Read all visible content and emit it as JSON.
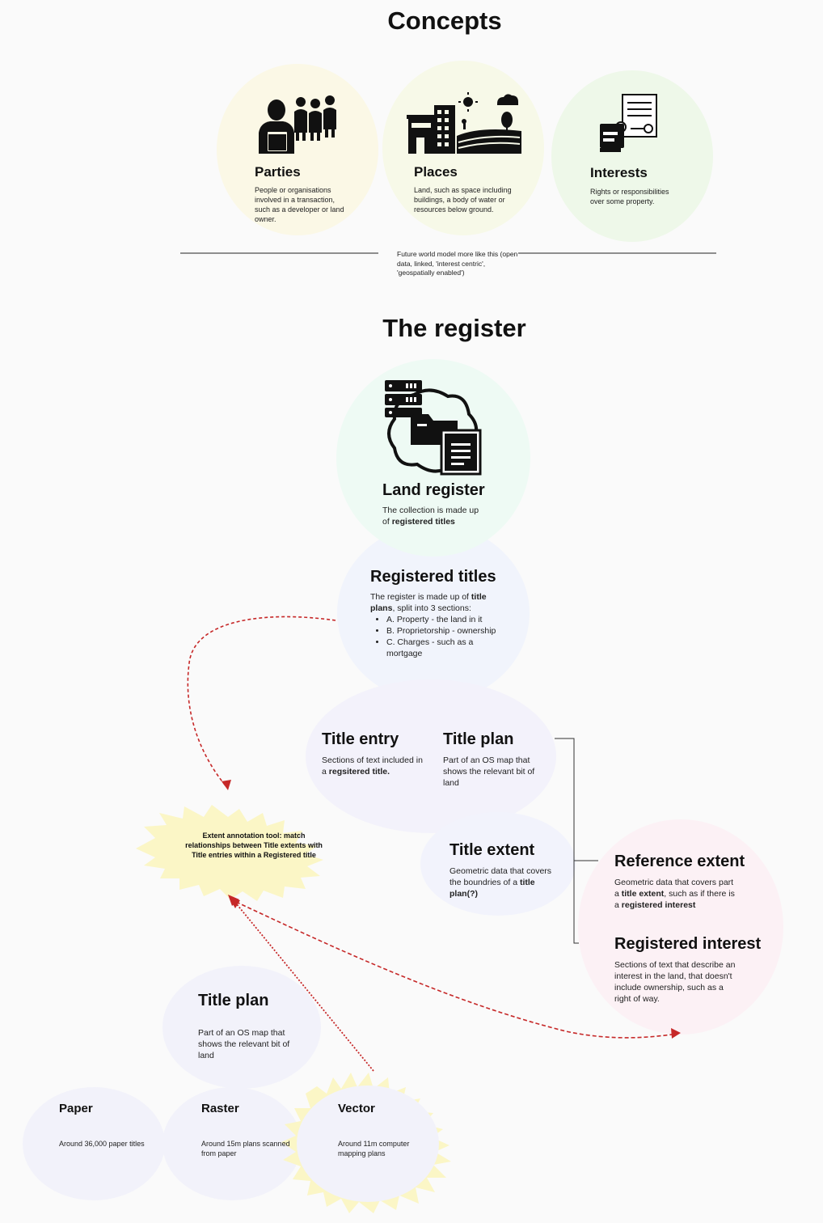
{
  "concepts": {
    "heading": "Concepts",
    "parties": {
      "title": "Parties",
      "desc": "People or organisations involved in a transaction, such as a developer or land owner."
    },
    "places": {
      "title": "Places",
      "desc": "Land, such as space including buildings, a body of water or resources below ground."
    },
    "interests": {
      "title": "Interests",
      "desc": "Rights or responsibilities over some property."
    },
    "future_note": "Future world model more like this (open data, linked, 'interest centric', 'geospatially enabled')"
  },
  "register": {
    "heading": "The register",
    "land_register": {
      "title": "Land register",
      "desc_pre": "The collection is made up of ",
      "desc_bold": "registered titles"
    },
    "registered_titles": {
      "title": "Registered titles",
      "desc_pre": "The register is made up of ",
      "desc_bold": "title plans",
      "desc_post": ", split into 3 sections:",
      "items": [
        "A. Property - the land in it",
        "B. Proprietorship - ownership",
        "C. Charges - such as a mortgage"
      ]
    },
    "title_entry": {
      "title": "Title entry",
      "desc_pre": "Sections of text included in a ",
      "desc_bold": "regsitered title."
    },
    "title_plan": {
      "title": "Title plan",
      "desc": "Part of an OS map that shows the relevant bit of land"
    },
    "title_extent": {
      "title": "Title extent",
      "desc_pre": "Geometric data that covers the boundries of a ",
      "desc_bold": "title plan(?)"
    },
    "reference_extent": {
      "title": "Reference extent",
      "desc_pre": "Geometric data that covers part a ",
      "desc_bold1": "title extent",
      "desc_mid": ", such as if there is a ",
      "desc_bold2": "registered interest"
    },
    "registered_interest": {
      "title": "Registered interest",
      "desc": "Sections of text that describe an interest in the land, that doesn't include ownership, such as a right of way."
    },
    "annotation_tool": "Extent annotation tool: match relationships between Title extents with Title entries within a Registered title"
  },
  "plans": {
    "title_plan": {
      "title": "Title plan",
      "desc": "Part of an OS map that shows the relevant bit of land"
    },
    "paper": {
      "title": "Paper",
      "desc": "Around 36,000 paper titles"
    },
    "raster": {
      "title": "Raster",
      "desc": "Around 15m plans scanned from paper"
    },
    "vector": {
      "title": "Vector",
      "desc": "Around 11m computer mapping plans"
    }
  },
  "colors": {
    "parties_bg": "#fbf8e6",
    "places_bg": "#f7f9e8",
    "interests_bg": "#eef8e9",
    "land_register_bg": "#eefaf4",
    "lavender_bg": "#f2f3fc",
    "pink_bg": "#fcf1f5",
    "starburst": "#fbf6c6",
    "arrow_red": "#c62828"
  }
}
